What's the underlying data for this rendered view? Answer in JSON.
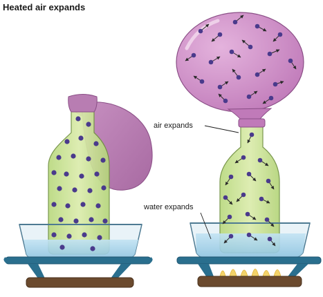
{
  "title": "Heated air expands",
  "labels": {
    "air": "air expands",
    "water": "water expands"
  },
  "colors": {
    "balloon": "#c98ac4",
    "bottle": "#cde39a",
    "water": "#a9d6ec",
    "molecule": "#4a3a8c",
    "stand": "#2a6f8e",
    "base": "#6b4a2e",
    "flame": "#f3d36a"
  }
}
